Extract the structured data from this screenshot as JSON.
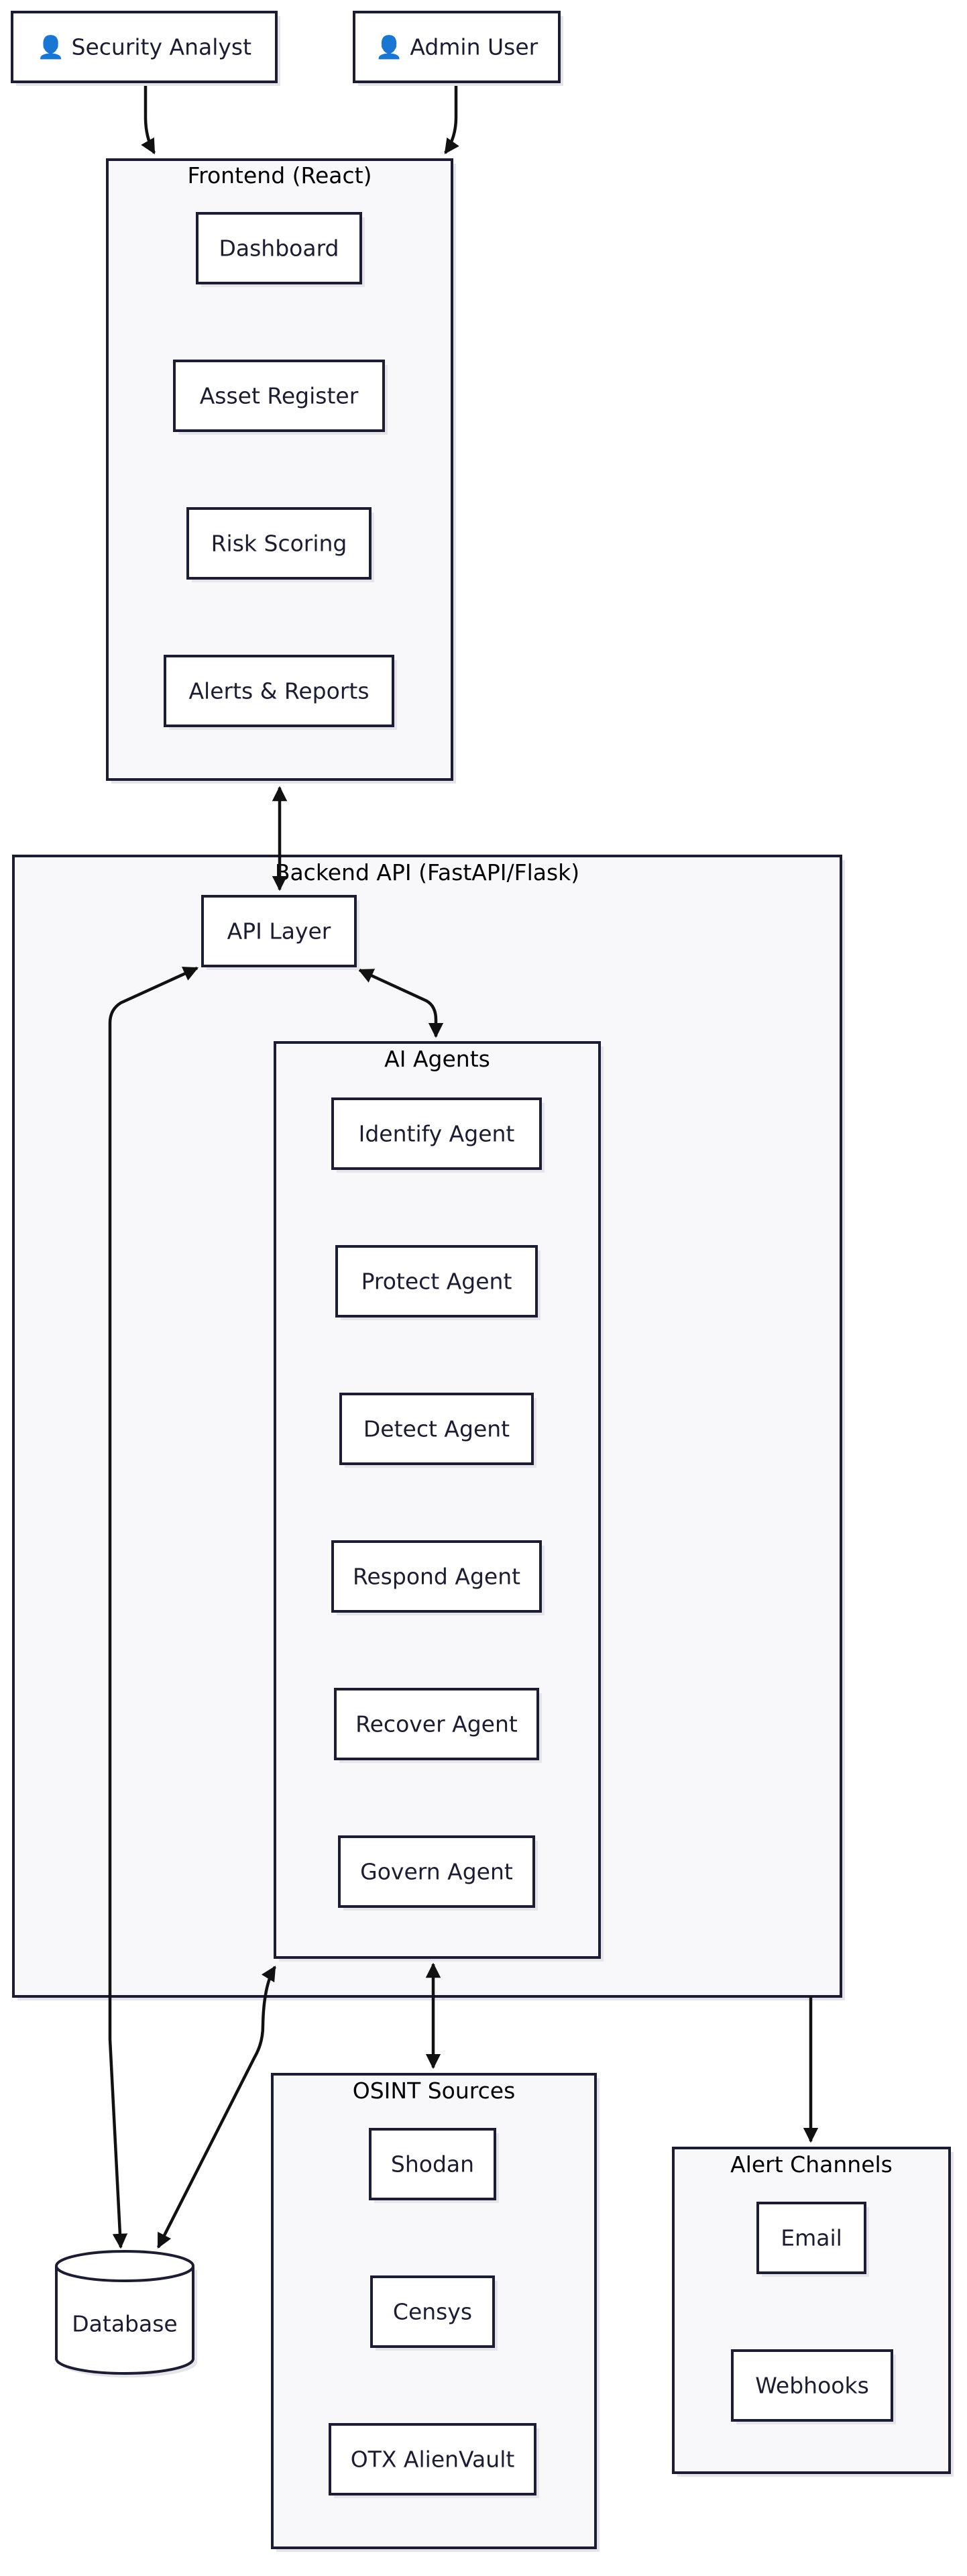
{
  "actors": {
    "security_analyst": "👤 Security Analyst",
    "admin_user": "👤 Admin User"
  },
  "frontend": {
    "title": "Frontend (React)",
    "dashboard": "Dashboard",
    "asset_register": "Asset Register",
    "risk_scoring": "Risk Scoring",
    "alerts_reports": "Alerts & Reports"
  },
  "backend": {
    "title": "Backend API (FastAPI/Flask)",
    "api_layer": "API Layer",
    "agents": {
      "title": "AI Agents",
      "identify": "Identify Agent",
      "protect": "Protect Agent",
      "detect": "Detect Agent",
      "respond": "Respond Agent",
      "recover": "Recover Agent",
      "govern": "Govern Agent"
    }
  },
  "database": "Database",
  "osint": {
    "title": "OSINT Sources",
    "shodan": "Shodan",
    "censys": "Censys",
    "otx": "OTX AlienVault"
  },
  "alert_channels": {
    "title": "Alert Channels",
    "email": "Email",
    "webhooks": "Webhooks"
  }
}
